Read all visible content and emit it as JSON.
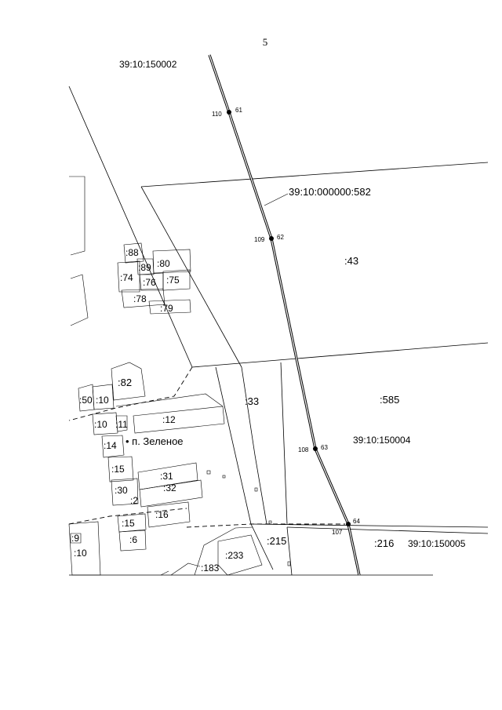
{
  "page_number": "5",
  "quarters": {
    "q1": "39:10:150002",
    "q2": "39:10:150004",
    "q3": "39:10:150005"
  },
  "road_label": "39:10:000000:582",
  "settlement": "• п. Зеленое",
  "parcels": {
    "p43": ":43",
    "p585": ":585",
    "p33": ":33",
    "p82": ":82",
    "p88": ":88",
    "p89": ":89",
    "p80": ":80",
    "p74": ":74",
    "p76": ":76",
    "p75": ":75",
    "p78": ":78",
    "p79": ":79",
    "p50": ":50",
    "p10a": ":10",
    "p10b": ":10",
    "p11": ":11",
    "p12": ":12",
    "p14": ":14",
    "p15a": ":15",
    "p30": ":30",
    "p2": ":2",
    "p31": ":31",
    "p32": ":32",
    "p15b": ":15",
    "p16": ":16",
    "p6": ":6",
    "p9": ":9",
    "p10c": ":10",
    "p215": ":215",
    "p216": ":216",
    "p233": ":233",
    "p183": ":183"
  },
  "points": [
    {
      "num": "61",
      "id": "110"
    },
    {
      "num": "62",
      "id": "109"
    },
    {
      "num": "63",
      "id": "108"
    },
    {
      "num": "64",
      "id": "107"
    }
  ]
}
